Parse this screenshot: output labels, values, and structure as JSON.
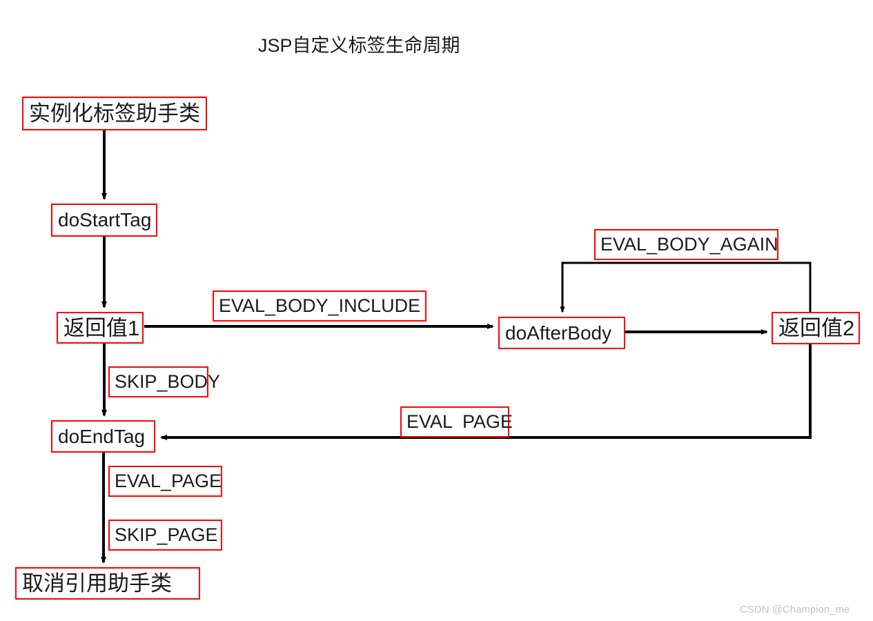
{
  "diagram": {
    "title": "JSP自定义标签生命周期",
    "watermark": "CSDN @Champion_me",
    "colors": {
      "box_border": "#ff0000",
      "arrow": "#000000",
      "text": "#1a1a1a",
      "background": "#ffffff",
      "watermark": "#c2c2c2"
    },
    "nodes": [
      {
        "id": "instantiate",
        "label": "实例化标签助手类"
      },
      {
        "id": "doStartTag",
        "label": "doStartTag"
      },
      {
        "id": "return1",
        "label": "返回值1"
      },
      {
        "id": "doAfterBody",
        "label": "doAfterBody"
      },
      {
        "id": "return2",
        "label": "返回值2"
      },
      {
        "id": "doEndTag",
        "label": "doEndTag"
      },
      {
        "id": "release",
        "label": "取消引用助手类"
      }
    ],
    "edge_labels": [
      {
        "id": "eval-body-include",
        "label": "EVAL_BODY_INCLUDE"
      },
      {
        "id": "eval-body-again",
        "label": "EVAL_BODY_AGAIN"
      },
      {
        "id": "skip-body",
        "label": "SKIP_BODY"
      },
      {
        "id": "eval-page-return",
        "label": "EVAL  PAGE"
      },
      {
        "id": "eval-page",
        "label": "EVAL_PAGE"
      },
      {
        "id": "skip-page",
        "label": "SKIP_PAGE"
      }
    ]
  }
}
